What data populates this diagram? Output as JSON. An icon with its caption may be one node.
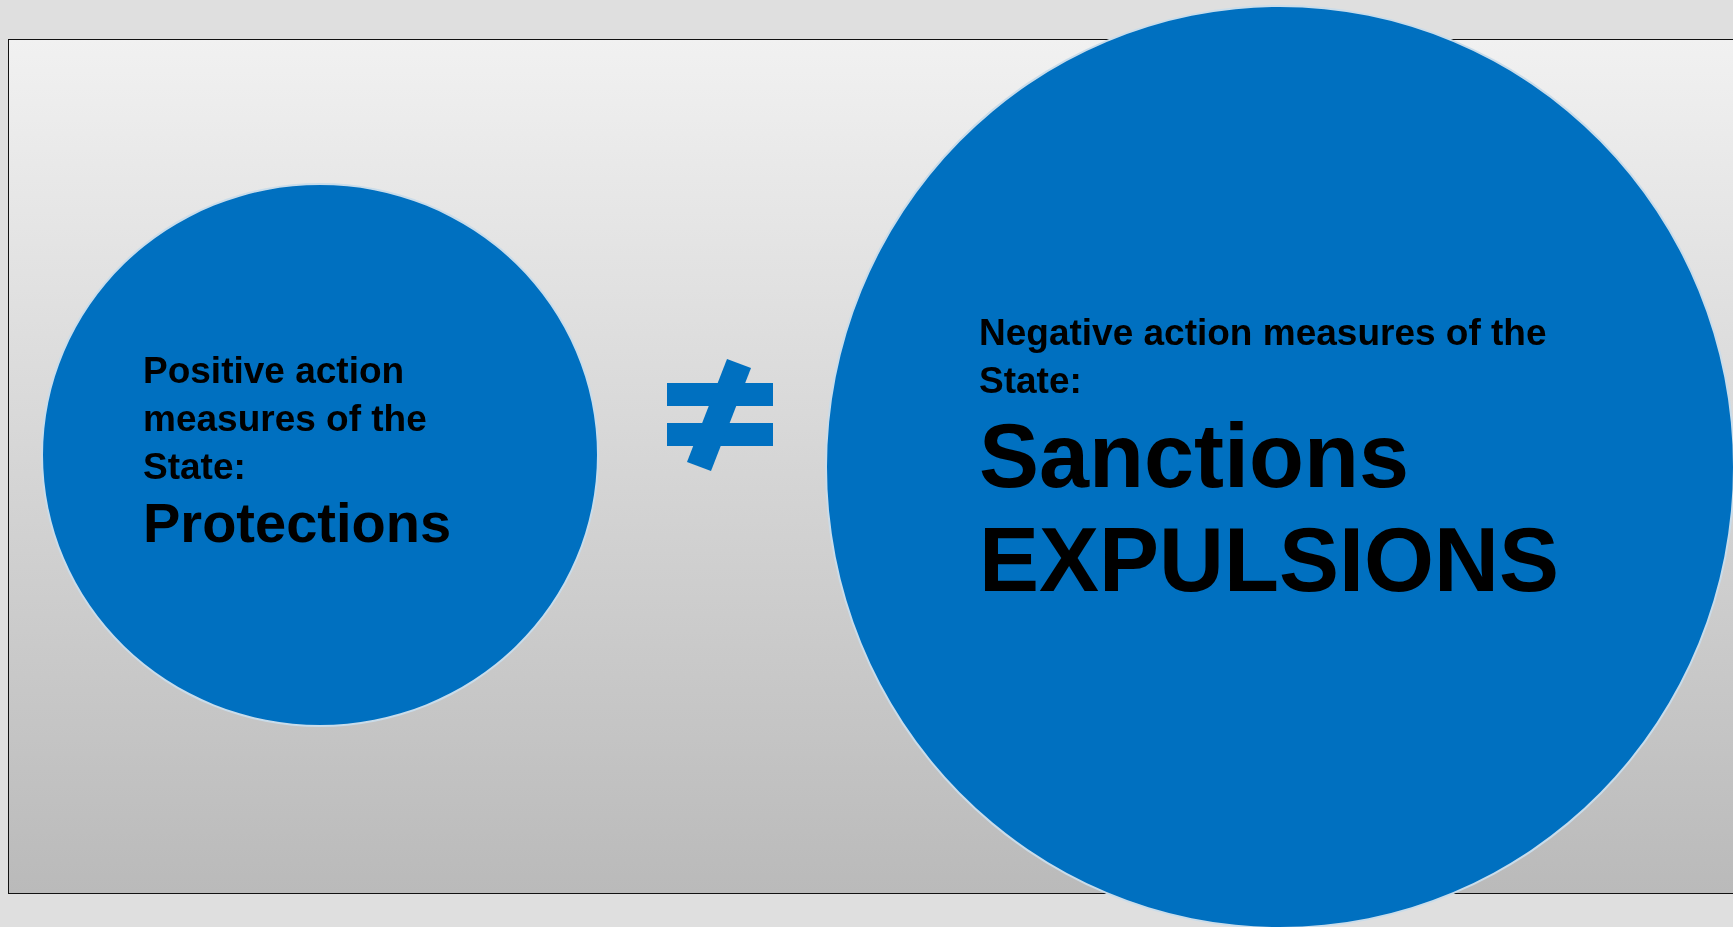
{
  "diagram": {
    "nodes": [
      {
        "text": [
          "Positive action measures of the State:",
          "Protections"
        ]
      },
      {
        "text": [
          "Negative action measures of the State:",
          "Sanctions",
          "EXPULSIONS"
        ]
      }
    ]
  }
}
